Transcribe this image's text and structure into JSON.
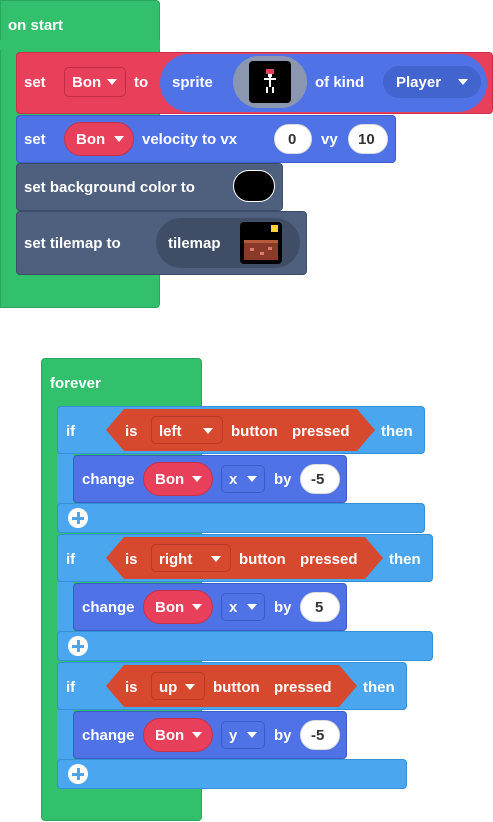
{
  "on_start": {
    "hat_label": "on start",
    "set_sprite": {
      "set": "set",
      "var": "Bon",
      "to": "to",
      "sprite": "sprite",
      "of_kind": "of kind",
      "kind": "Player"
    },
    "set_velocity": {
      "set": "set",
      "var": "Bon",
      "velocity_to_vx": "velocity to vx",
      "vx": "0",
      "vy_label": "vy",
      "vy": "10"
    },
    "set_bg": {
      "label": "set background color to",
      "color": "#000000"
    },
    "set_tilemap": {
      "label": "set tilemap to",
      "tilemap": "tilemap"
    }
  },
  "forever": {
    "hat_label": "forever",
    "blocks": [
      {
        "if": "if",
        "is": "is",
        "button": "left",
        "button_pressed": "button",
        "pressed": "pressed",
        "then": "then",
        "change": "change",
        "var": "Bon",
        "axis": "x",
        "by": "by",
        "value": "-5"
      },
      {
        "if": "if",
        "is": "is",
        "button": "right",
        "button_pressed": "button",
        "pressed": "pressed",
        "then": "then",
        "change": "change",
        "var": "Bon",
        "axis": "x",
        "by": "by",
        "value": "5"
      },
      {
        "if": "if",
        "is": "is",
        "button": "up",
        "button_pressed": "button",
        "pressed": "pressed",
        "then": "then",
        "change": "change",
        "var": "Bon",
        "axis": "y",
        "by": "by",
        "value": "-5"
      }
    ]
  },
  "colors": {
    "green": "#33c06c",
    "red": "#e8405a",
    "blue": "#4f72e6",
    "slate": "#4e607e",
    "light_blue": "#4aa6ee",
    "orange": "#d6492f"
  },
  "icons": {
    "add": "plus-circle-icon",
    "dropdown": "caret-down-icon"
  }
}
